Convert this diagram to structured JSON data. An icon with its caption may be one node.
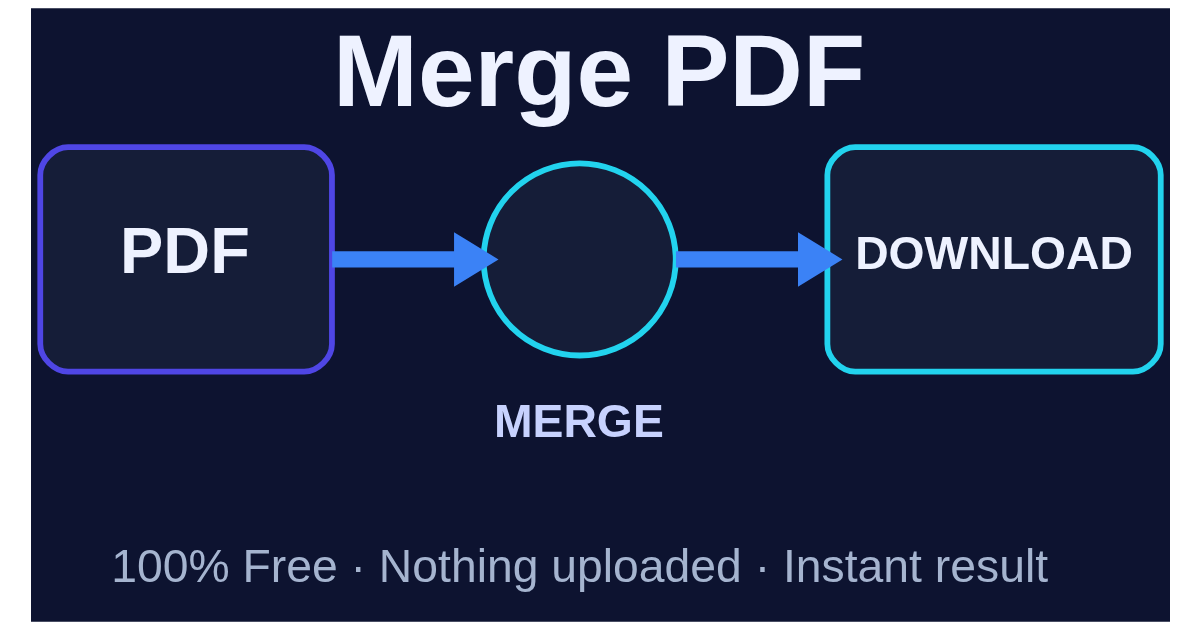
{
  "diagram": {
    "title": "Merge PDF",
    "nodes": [
      {
        "text": [
          "PDF"
        ]
      },
      {
        "text": [],
        "shape": "circle",
        "beside": [
          "MERGE"
        ]
      },
      {
        "text": [
          "DOWNLOAD"
        ]
      }
    ],
    "edges": [
      {
        "from": 0,
        "to": 1,
        "arrow": "to"
      },
      {
        "from": 1,
        "to": 2,
        "arrow": "to"
      }
    ],
    "labels": [
      "100% Free · Nothing uploaded · Instant result"
    ]
  }
}
